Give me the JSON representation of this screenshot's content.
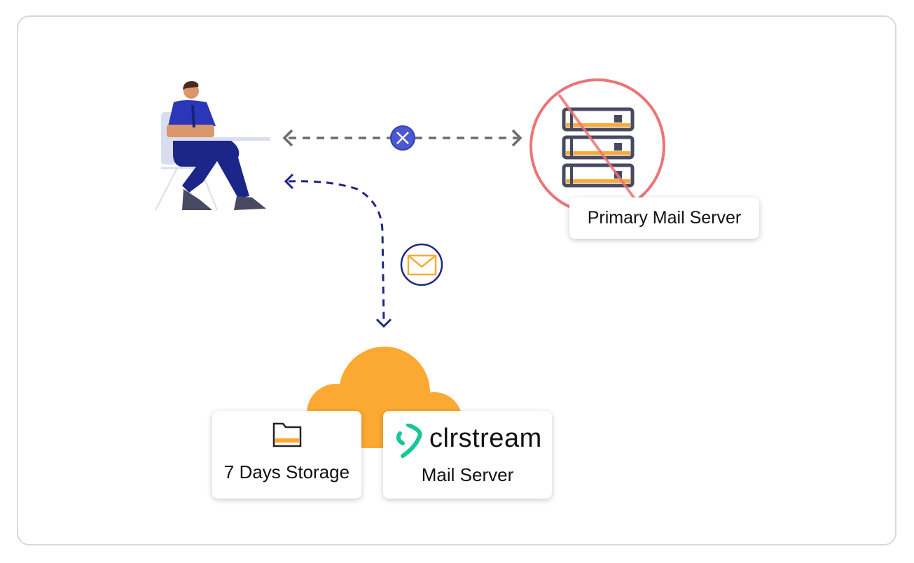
{
  "nodes": {
    "primary_server": {
      "label": "Primary Mail Server",
      "status": "down"
    },
    "storage": {
      "label": "7 Days Storage"
    },
    "mail_server": {
      "brand": "clrstream",
      "label": "Mail Server"
    }
  },
  "icons": [
    "person-at-desk-icon",
    "server-icon",
    "blocked-icon",
    "close-icon",
    "envelope-icon",
    "folder-icon",
    "cloud-icon",
    "clrstream-logo-icon"
  ],
  "colors": {
    "accent": "#FCA933",
    "blocked": "#EC7474",
    "navy": "#1E2685",
    "gray_arrow": "#6B6B6B",
    "x_badge": "#4C58CF",
    "brand_green": "#1CC499"
  }
}
